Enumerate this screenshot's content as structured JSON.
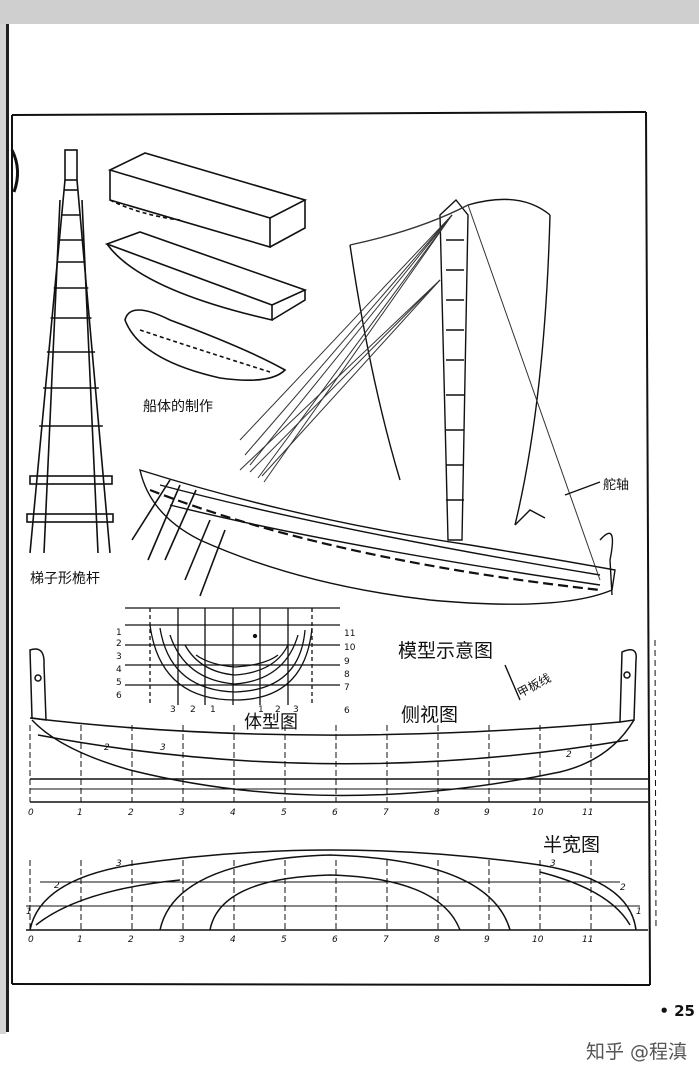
{
  "figure": {
    "labels": {
      "mast": "梯子形桅杆",
      "hull_making": "船体的制作",
      "model_sketch": "模型示意图",
      "body_plan": "体型图",
      "side_view": "侧视图",
      "deck_line": "甲板线",
      "half_breadth": "半宽图",
      "rudder": "舵轴"
    },
    "body_plan_left_numbers": [
      "1",
      "2",
      "3",
      "4",
      "5",
      "6"
    ],
    "body_plan_right_numbers": [
      "11",
      "10",
      "9",
      "8",
      "7",
      "6"
    ],
    "body_plan_bottom_numbers": [
      "3",
      "2",
      "1",
      "1",
      "2",
      "3"
    ],
    "side_stations": [
      "0",
      "1",
      "2",
      "3",
      "4",
      "5",
      "6",
      "7",
      "8",
      "9",
      "10",
      "11"
    ],
    "side_waterlines": [
      "2",
      "3",
      "2"
    ],
    "half_stations": [
      "0",
      "1",
      "2",
      "3",
      "4",
      "5",
      "6",
      "7",
      "8",
      "9",
      "10",
      "11"
    ],
    "half_lines": [
      "1",
      "2",
      "3",
      "3",
      "2",
      "1"
    ]
  },
  "page_number": "• 25",
  "watermark": "知乎 @程滇"
}
